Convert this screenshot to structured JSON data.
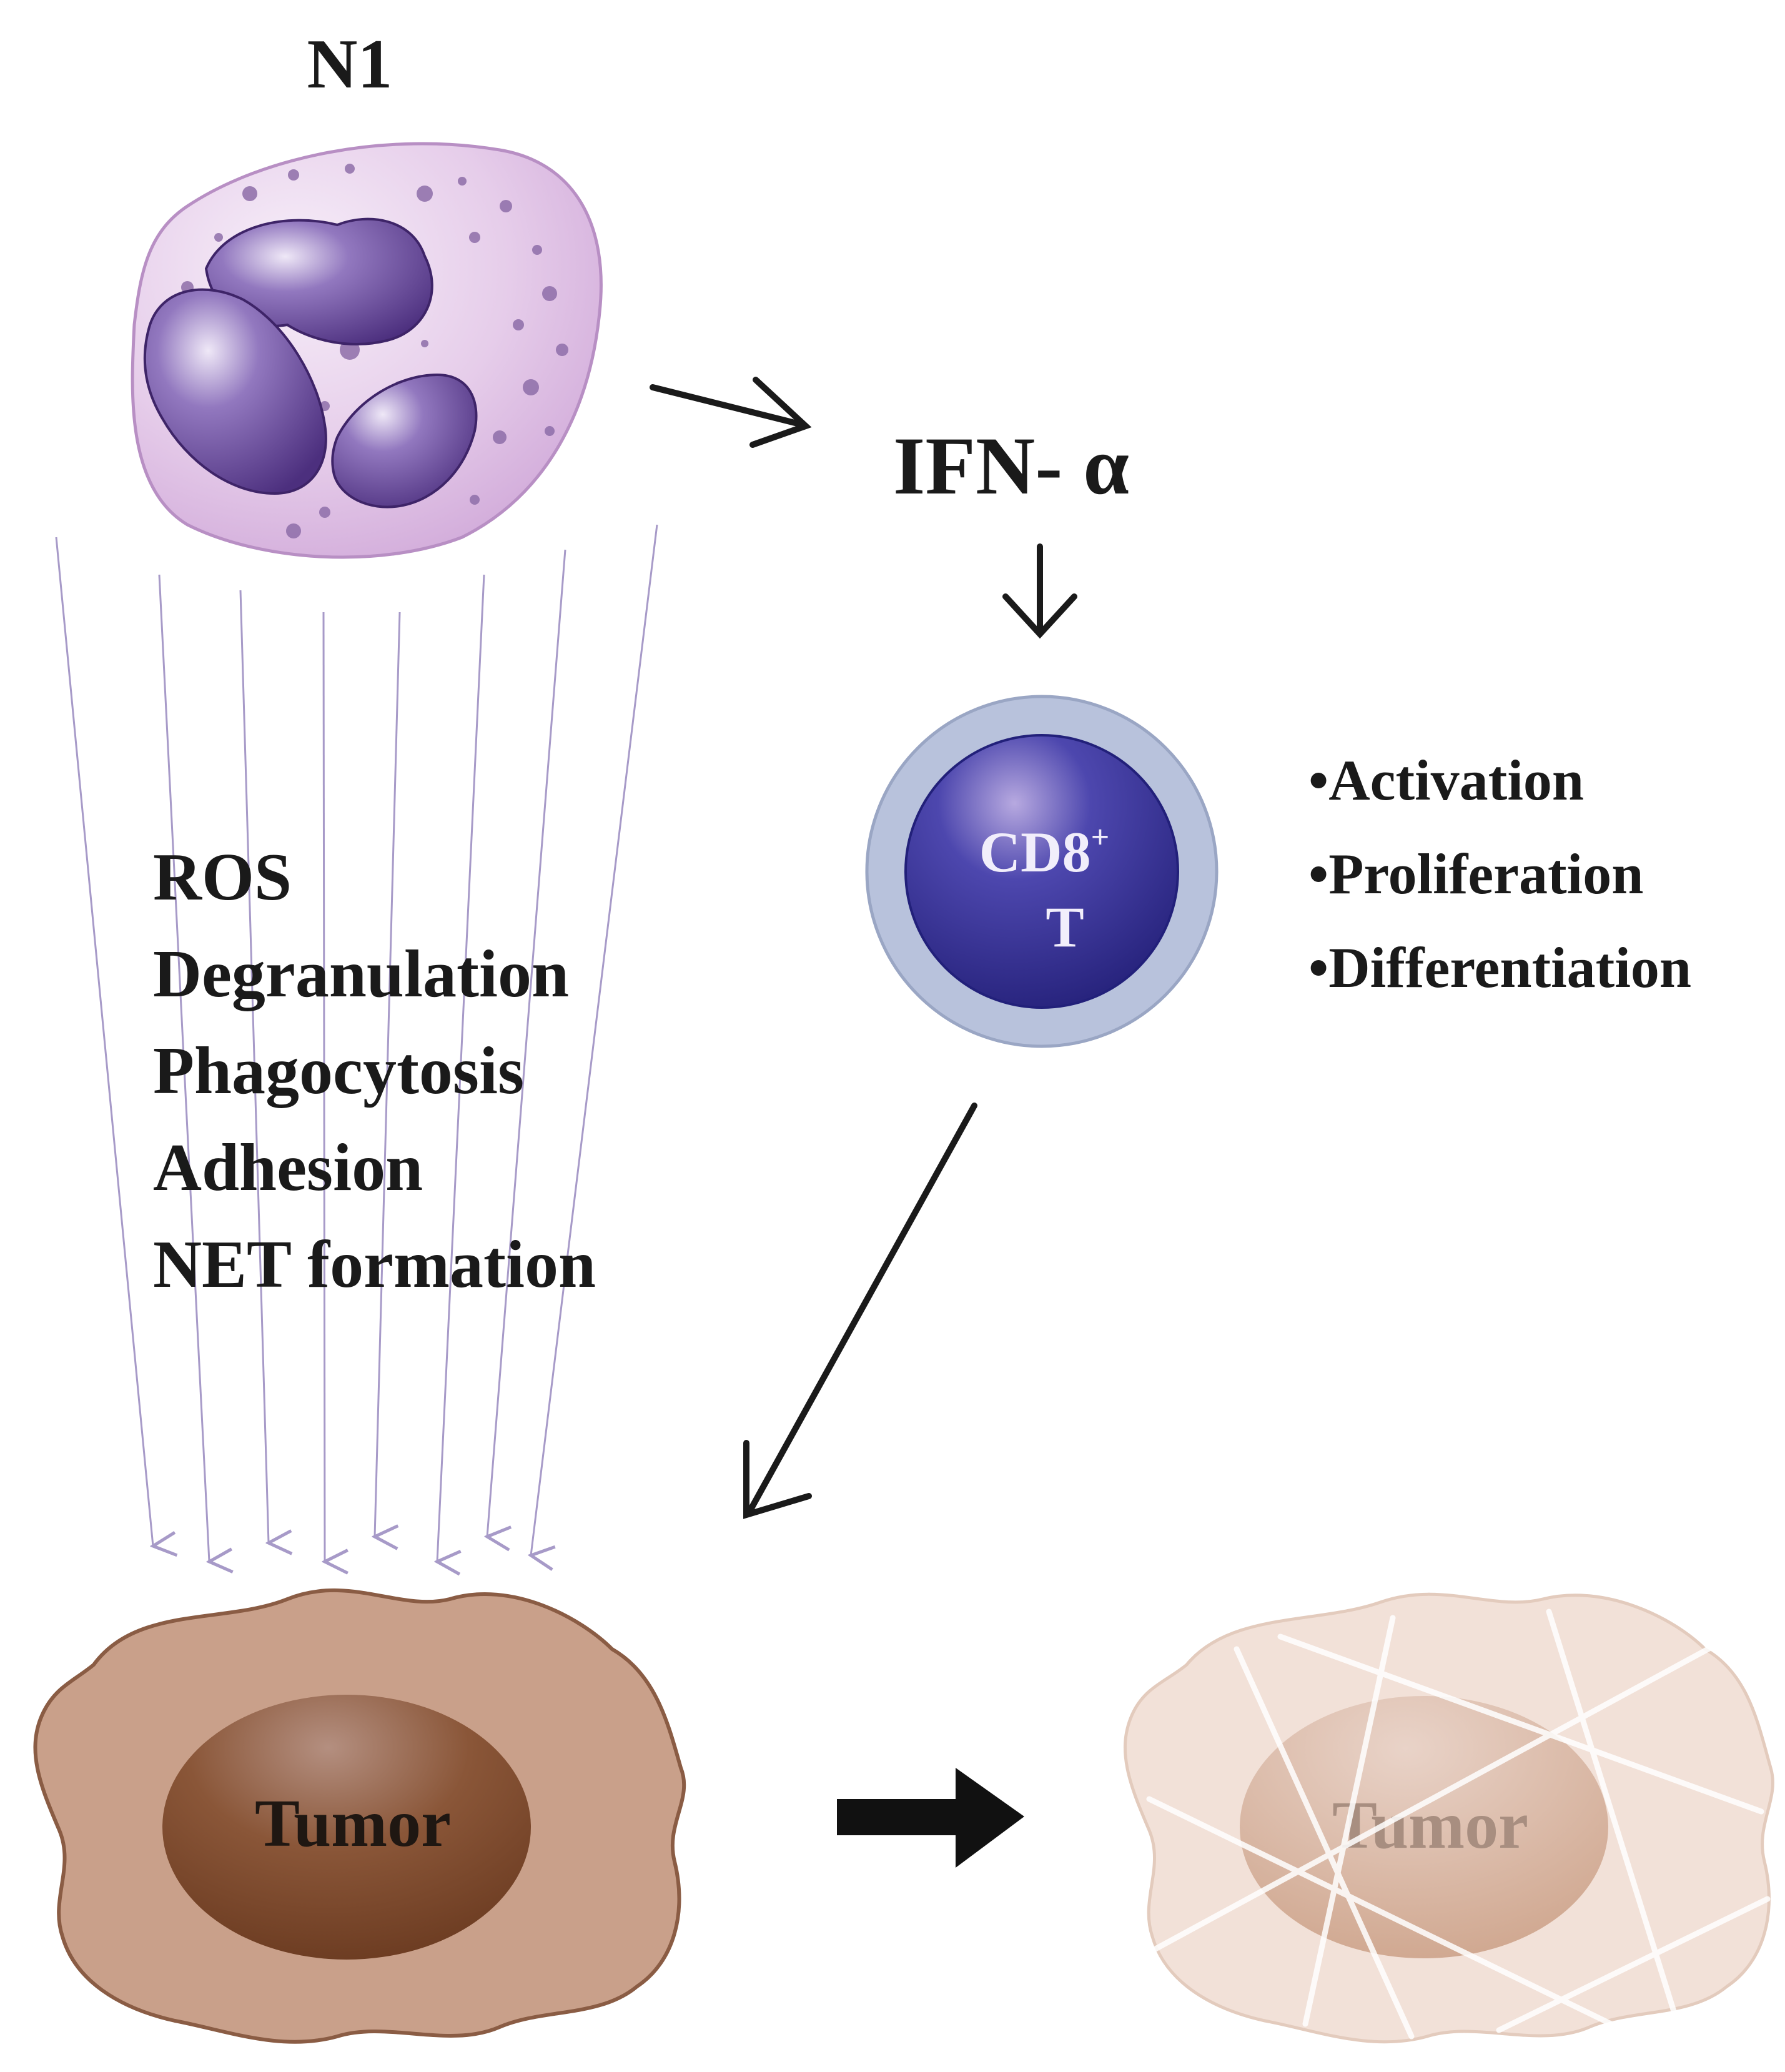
{
  "neutrophil": {
    "label": "N1",
    "functions": [
      "ROS",
      "Degranulation",
      "Phagocytosis",
      "Adhesion",
      "NET formation"
    ]
  },
  "cytokine": {
    "label": "IFN- α"
  },
  "t_cell": {
    "label_line1": "CD8",
    "label_sup": "+",
    "label_line2": "T",
    "effects": [
      "•Activation",
      "•Proliferation",
      "•Differentiation"
    ]
  },
  "tumor_left": {
    "label": "Tumor"
  },
  "tumor_right": {
    "label": "Tumor"
  },
  "colors": {
    "neutrophil_cytoplasm": "#e6cdea",
    "neutrophil_nucleus": "#6a4b9a",
    "tcell_outer": "#b8c2dc",
    "tcell_inner": "#3a3595",
    "tumor_body": "#c9a08a",
    "tumor_nucleus": "#7a4a30",
    "tumor_dead_body": "#f2e1d8",
    "tumor_dead_nucleus": "#d6b4a0",
    "purple_arrows": "#a79ac8"
  }
}
